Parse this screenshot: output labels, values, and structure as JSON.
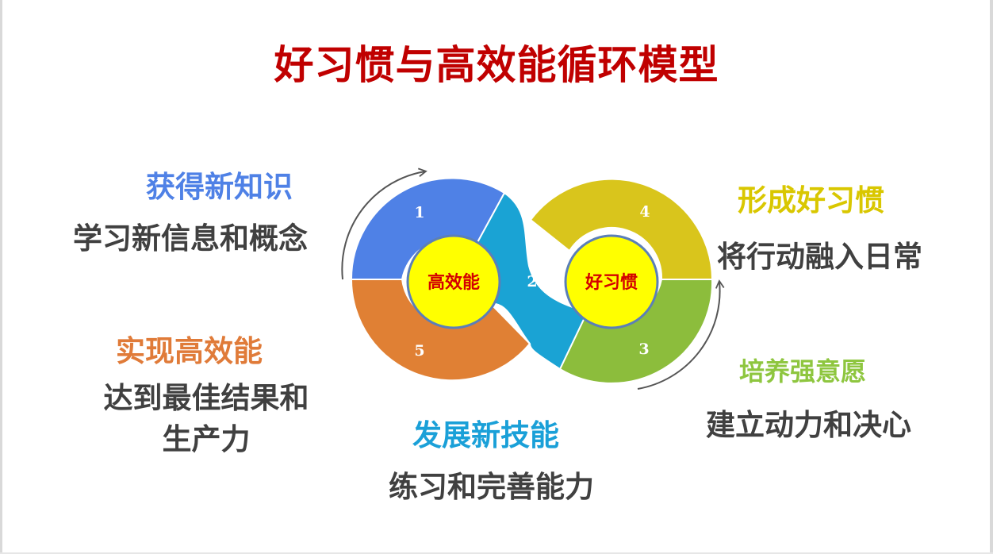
{
  "title": "好习惯与高效能循环模型",
  "center_left": "高效能",
  "center_right": "好习惯",
  "segments": [
    {
      "number": "1",
      "color": "#4f81e6"
    },
    {
      "number": "2",
      "color": "#1aa3d4"
    },
    {
      "number": "3",
      "color": "#8cbd3c"
    },
    {
      "number": "4",
      "color": "#d9c51c"
    },
    {
      "number": "5",
      "color": "#e08034"
    }
  ],
  "labels": {
    "acquire": {
      "heading": "获得新知识",
      "desc": "学习新信息和概念"
    },
    "achieve": {
      "heading": "实现高效能",
      "desc": "达到最佳结果和生产力"
    },
    "develop": {
      "heading": "发展新技能",
      "desc": "练习和完善能力"
    },
    "form": {
      "heading": "形成好习惯",
      "desc": "将行动融入日常"
    },
    "cultivate": {
      "heading": "培养强意愿",
      "desc": "建立动力和决心"
    }
  },
  "colors": {
    "title": "#c00000",
    "center_fill": "#ffff00",
    "center_stroke": "#5b7fb8",
    "center_text": "#d40000",
    "desc_text": "#404040"
  }
}
